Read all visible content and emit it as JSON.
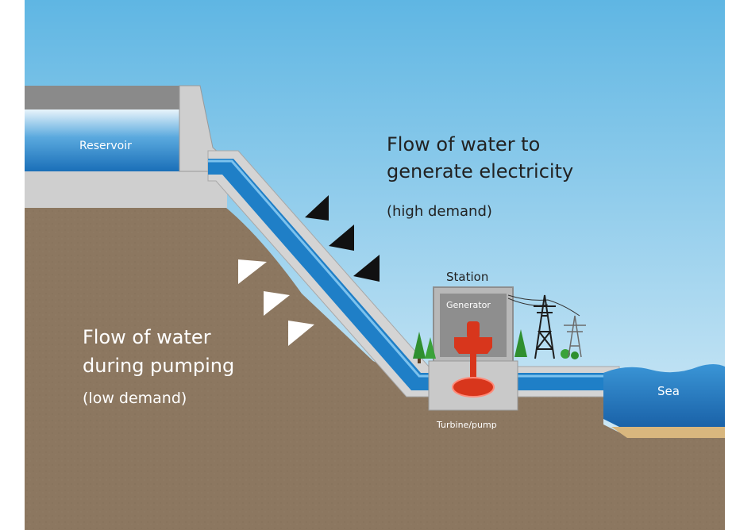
{
  "labels": {
    "reservoir": "Reservoir",
    "flow_generate_line1": "Flow of water to",
    "flow_generate_line2": "generate electricity",
    "flow_generate_line3": "(high demand)",
    "station": "Station",
    "generator": "Generator",
    "turbine": "Turbine/pump",
    "flow_pump_line1": "Flow of water",
    "flow_pump_line2": "during pumping",
    "flow_pump_line3": "(low demand)",
    "sea": "Sea"
  },
  "colors": {
    "sky_top": "#5fb6e3",
    "sky_bottom": "#e4f2f9",
    "ground": "#8c7760",
    "concrete": "#cfcfcf",
    "water": "#1f7fc7",
    "generator": "#d8361c",
    "arrow_generate": "#111111",
    "arrow_pump": "#ffffff"
  }
}
